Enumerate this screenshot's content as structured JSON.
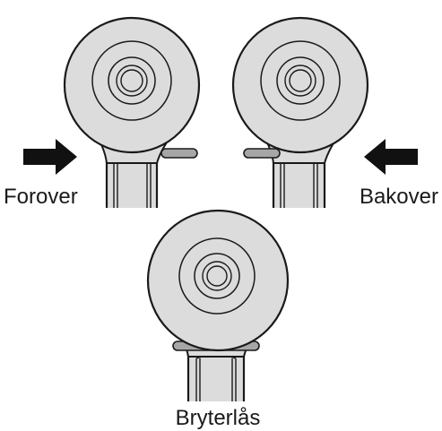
{
  "labels": {
    "forward": "Forover",
    "reverse": "Bakover",
    "lock": "Bryterlås"
  },
  "colors": {
    "outline": "#1a1a1a",
    "body_fill": "#dcdcdc",
    "switch_fill": "#a6a6a6",
    "arrow_fill": "#111111",
    "background": "#ffffff"
  }
}
